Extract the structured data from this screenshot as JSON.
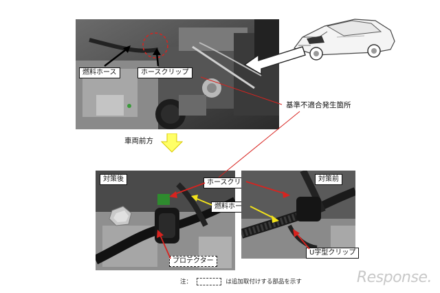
{
  "top_photo": {
    "labels": {
      "fuel_hose": "燃料ホース",
      "hose_clip": "ホースクリップ"
    }
  },
  "callout": "基準不適合発生箇所",
  "direction_label": "車両前方",
  "after_photo": {
    "title": "対策後",
    "hose_clip": "ホースクリップ",
    "fuel_hose": "燃料ホース",
    "protector": "プロテクター"
  },
  "before_photo": {
    "title": "対策前",
    "u_clip": "U字型クリップ"
  },
  "footnote": {
    "prefix": "注：",
    "suffix": "は追加取付けする部品を示す"
  },
  "watermark": "Response.",
  "colors": {
    "arrow_red": "#d8231f",
    "arrow_yellow": "#f2e21a",
    "direction_arrow": "#ffff66"
  }
}
